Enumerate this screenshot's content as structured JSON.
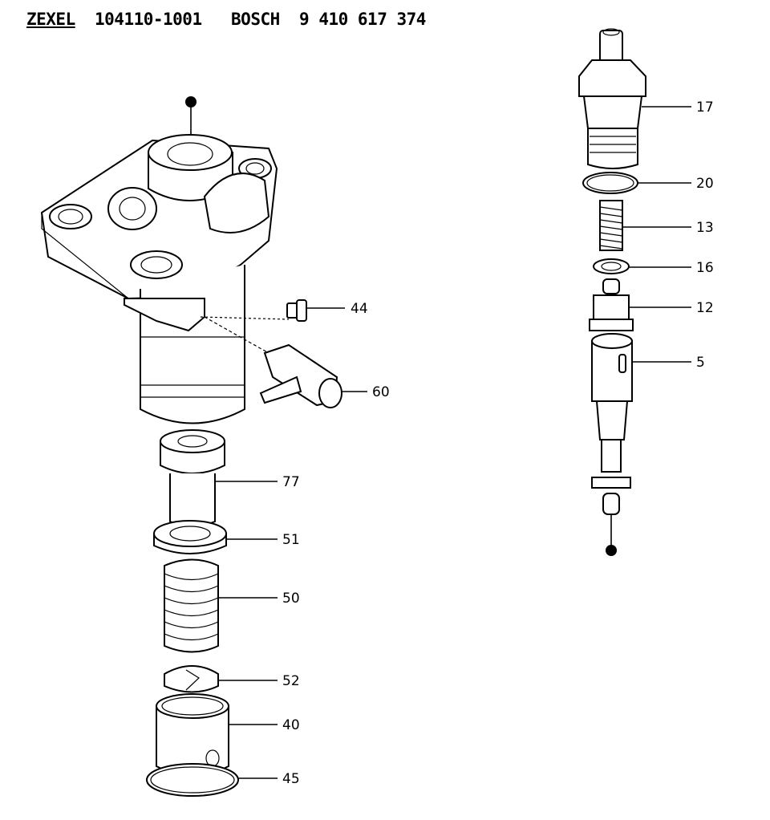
{
  "header": {
    "brand1": "ZEXEL",
    "part1": "104110-1001",
    "brand2": "BOSCH",
    "part2": "9 410 617 374"
  },
  "callouts": {
    "c17": "17",
    "c20": "20",
    "c13": "13",
    "c16": "16",
    "c12": "12",
    "c5": "5",
    "c44": "44",
    "c60": "60",
    "c77": "77",
    "c51": "51",
    "c50": "50",
    "c52": "52",
    "c40": "40",
    "c45": "45"
  }
}
